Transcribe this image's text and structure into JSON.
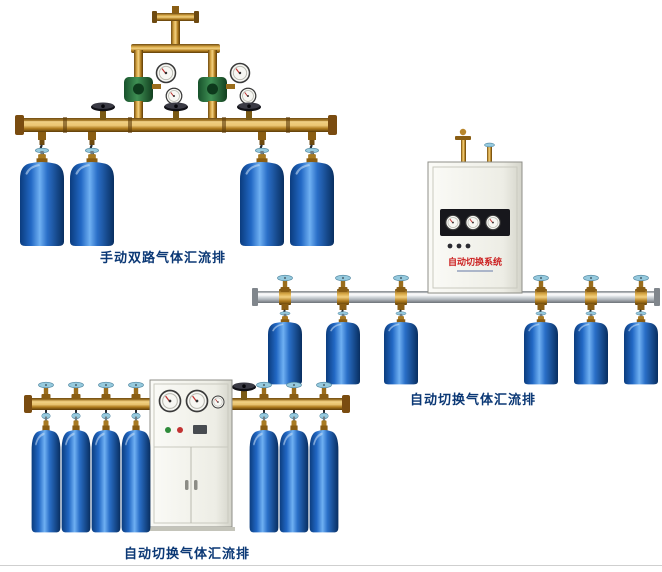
{
  "page": {
    "background": "#ffffff",
    "bottom_border_color": "#cfcfcf"
  },
  "colors": {
    "caption_text": "#0b3875",
    "cylinder_blue": "#1b63be",
    "brass_pipe": "#c89a3c",
    "silver_pipe": "#c9cdd1",
    "cabinet_label_red": "#cc2222",
    "handwheel_blue": "#96cade"
  },
  "products": [
    {
      "id": "manual-dual-gas-manifold",
      "caption": "手动双路气体汇流排",
      "cylinder_count": 4
    },
    {
      "id": "auto-switch-gas-manifold-wall-cabinet",
      "caption": "自动切换气体汇流排",
      "cabinet_label": "自动切换系统",
      "cylinder_count": 6
    },
    {
      "id": "auto-switch-gas-manifold-floor-cabinet",
      "caption": "自动切换气体汇流排",
      "cylinder_count": 7
    }
  ]
}
